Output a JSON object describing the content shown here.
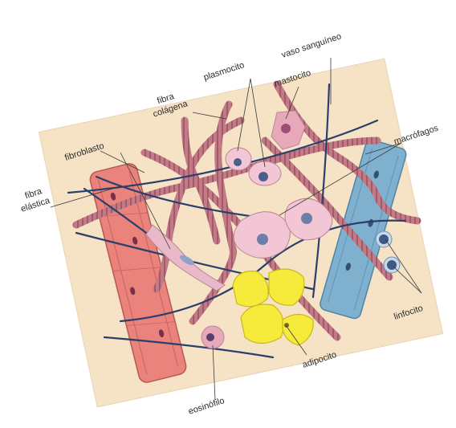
{
  "labels": {
    "fibra_elastica_1": "fibra",
    "fibra_elastica_2": "elástica",
    "fibroblasto": "fibroblasto",
    "fibra_colagena_1": "fibra",
    "fibra_colagena_2": "colágena",
    "plasmocito": "plasmocito",
    "mastocito": "mastocito",
    "vaso_sanguineo": "vaso sanguíneo",
    "macrofagos": "macrófagos",
    "linfocito": "linfocito",
    "adipocito": "adipocito",
    "eosinofilo": "eosinófilo"
  },
  "colors": {
    "background_panel": "#f6e3c6",
    "collagen": "#c27a86",
    "blood_vessel_red": "#e9837c",
    "blood_vessel_blue": "#7fb1cf",
    "adipocyte": "#f6ea3a",
    "elastic_fiber": "#2c3e6b",
    "cell_pink": "#f2c6d4"
  }
}
